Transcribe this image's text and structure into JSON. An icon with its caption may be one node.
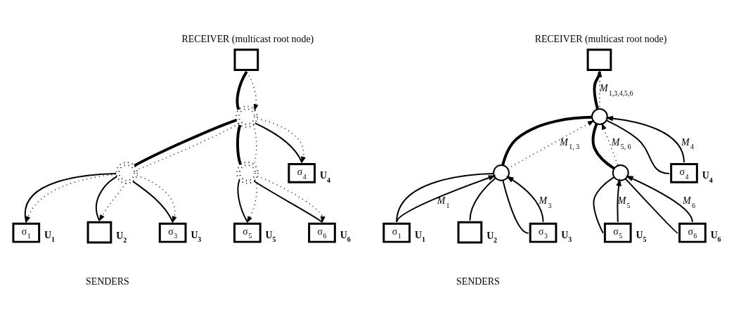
{
  "diagram": {
    "nodes": [
      {
        "text": [],
        "shape": "box",
        "beside": [
          "RECEIVER (multicast root node)"
        ]
      },
      {
        "text": [],
        "shape": "circle"
      },
      {
        "text": [],
        "shape": "circle"
      },
      {
        "text": [],
        "shape": "circle"
      },
      {
        "text": [
          "σ$_{1}$"
        ],
        "beside": [
          "U$_{1}$"
        ]
      },
      {
        "text": [],
        "shape": "box",
        "beside": [
          "U$_{2}$"
        ]
      },
      {
        "text": [
          "σ$_{3}$"
        ],
        "beside": [
          "U$_{3}$"
        ]
      },
      {
        "text": [
          "σ$_{4}$"
        ],
        "beside": [
          "U$_{4}$"
        ]
      },
      {
        "text": [
          "σ$_{5}$"
        ],
        "beside": [
          "U$_{5}$"
        ]
      },
      {
        "text": [
          "σ$_{6}$"
        ],
        "beside": [
          "U$_{6}$"
        ]
      },
      {
        "text": [],
        "shape": "box",
        "beside": [
          "RECEIVER (multicast root node)"
        ]
      },
      {
        "text": [],
        "shape": "circle"
      },
      {
        "text": [],
        "shape": "circle"
      },
      {
        "text": [],
        "shape": "circle"
      },
      {
        "text": [
          "σ$_{1}$"
        ],
        "beside": [
          "U$_{1}$"
        ]
      },
      {
        "text": [],
        "shape": "box",
        "beside": [
          "U$_{2}$"
        ]
      },
      {
        "text": [
          "σ$_{3}$"
        ],
        "beside": [
          "U$_{3}$"
        ]
      },
      {
        "text": [
          "σ$_{4}$"
        ],
        "beside": [
          "U$_{4}$"
        ]
      },
      {
        "text": [
          "σ$_{5}$"
        ],
        "beside": [
          "U$_{5}$"
        ]
      },
      {
        "text": [
          "σ$_{6}$"
        ],
        "beside": [
          "U$_{6}$"
        ]
      }
    ],
    "edges": [
      {
        "from": 0,
        "to": 1,
        "arrow": "none",
        "style": "thick"
      },
      {
        "from": 0,
        "to": 1,
        "arrow": "to",
        "style": "dashed"
      },
      {
        "from": 1,
        "to": 2,
        "arrow": "none",
        "style": "thick"
      },
      {
        "from": 1,
        "to": 2,
        "arrow": "none",
        "style": "dashed"
      },
      {
        "from": 1,
        "to": 3,
        "arrow": "none",
        "style": "thick"
      },
      {
        "from": 1,
        "to": 3,
        "arrow": "none",
        "style": "dashed"
      },
      {
        "from": 1,
        "to": 7,
        "arrow": "none"
      },
      {
        "from": 1,
        "to": 7,
        "arrow": "to",
        "style": "dashed"
      },
      {
        "from": 2,
        "to": 4,
        "arrow": "none"
      },
      {
        "from": 2,
        "to": 4,
        "arrow": "to",
        "style": "dashed"
      },
      {
        "from": 2,
        "to": 5,
        "arrow": "none"
      },
      {
        "from": 2,
        "to": 5,
        "arrow": "to",
        "style": "dashed"
      },
      {
        "from": 2,
        "to": 6,
        "arrow": "none"
      },
      {
        "from": 2,
        "to": 6,
        "arrow": "to",
        "style": "dashed"
      },
      {
        "from": 3,
        "to": 8,
        "arrow": "none"
      },
      {
        "from": 3,
        "to": 8,
        "arrow": "to",
        "style": "dashed"
      },
      {
        "from": 3,
        "to": 9,
        "arrow": "none"
      },
      {
        "from": 3,
        "to": 9,
        "arrow": "to",
        "style": "dashed"
      },
      {
        "from": 10,
        "to": 11,
        "arrow": "none",
        "style": "thick"
      },
      {
        "from": 11,
        "to": 10,
        "arrow": "to",
        "style": "dashed",
        "label": "*M*$_{1,3,4,5,6}$"
      },
      {
        "from": 11,
        "to": 12,
        "arrow": "none",
        "style": "thick"
      },
      {
        "from": 12,
        "to": 11,
        "arrow": "to",
        "style": "dashed",
        "label": "*M*$_{1, 3}$"
      },
      {
        "from": 11,
        "to": 13,
        "arrow": "none",
        "style": "thick"
      },
      {
        "from": 13,
        "to": 11,
        "arrow": "to",
        "style": "dashed",
        "label": "*M*$_{5, 6}$"
      },
      {
        "from": 11,
        "to": 17,
        "arrow": "none"
      },
      {
        "from": 17,
        "to": 11,
        "arrow": "to",
        "label": "*M*$_{4}$"
      },
      {
        "from": 12,
        "to": 14,
        "arrow": "none"
      },
      {
        "from": 14,
        "to": 12,
        "arrow": "to",
        "label": "*M*$_{1}$"
      },
      {
        "from": 12,
        "to": 15,
        "arrow": "none"
      },
      {
        "from": 12,
        "to": 16,
        "arrow": "none"
      },
      {
        "from": 16,
        "to": 12,
        "arrow": "to",
        "label": "*M*$_{3}$"
      },
      {
        "from": 13,
        "to": 18,
        "arrow": "none"
      },
      {
        "from": 18,
        "to": 13,
        "arrow": "to",
        "label": "*M*$_{5}$"
      },
      {
        "from": 13,
        "to": 19,
        "arrow": "none"
      },
      {
        "from": 19,
        "to": 13,
        "arrow": "to",
        "label": "*M*$_{6}$"
      }
    ],
    "labels": [
      "SENDERS",
      "SENDERS"
    ]
  }
}
